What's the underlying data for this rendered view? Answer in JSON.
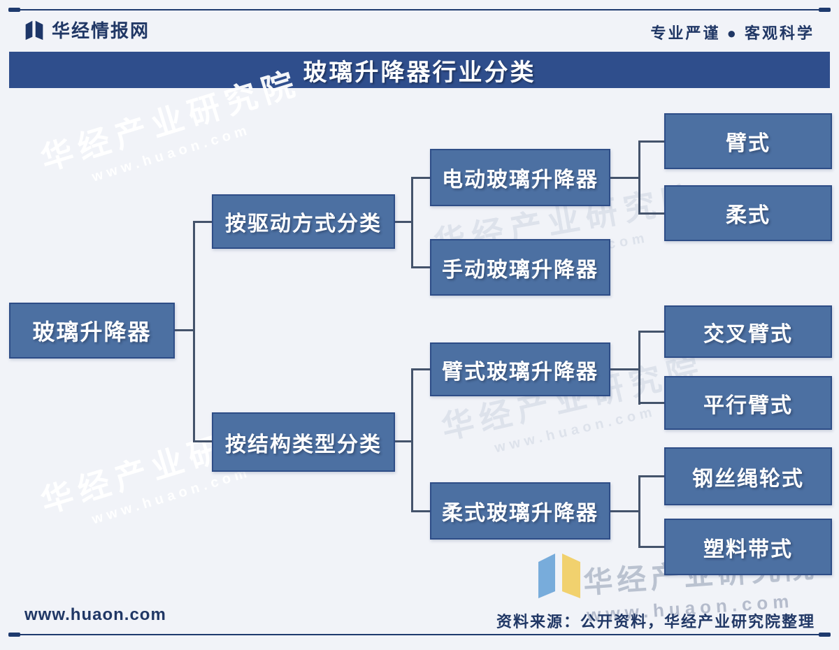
{
  "header": {
    "brand": "华经情报网",
    "slogan": "专业严谨 ● 客观科学"
  },
  "title": "玻璃升降器行业分类",
  "tree": {
    "root": "玻璃升降器",
    "branches": [
      {
        "label": "按驱动方式分类",
        "children": [
          {
            "label": "电动玻璃升降器",
            "children": [
              "臂式",
              "柔式"
            ]
          },
          {
            "label": "手动玻璃升降器",
            "children": []
          }
        ]
      },
      {
        "label": "按结构类型分类",
        "children": [
          {
            "label": "臂式玻璃升降器",
            "children": [
              "交叉臂式",
              "平行臂式"
            ]
          },
          {
            "label": "柔式玻璃升降器",
            "children": [
              "钢丝绳轮式",
              "塑料带式"
            ]
          }
        ]
      }
    ]
  },
  "watermark": {
    "text": "华经产业研究院",
    "url": "www.huaon.com"
  },
  "footer": {
    "site": "www.huaon.com",
    "source": "资料来源：公开资料，华经产业研究院整理"
  },
  "icons": {
    "brand_logo": "open-book-logo-icon",
    "watermark_logo": "open-book-logo-icon"
  },
  "colors": {
    "node_fill": "#4c70a2",
    "node_border": "#2e4d87",
    "title_bg": "#2f4e8c",
    "navy_text": "#203765",
    "connector": "#44536b",
    "background": "#f1f3f8"
  }
}
